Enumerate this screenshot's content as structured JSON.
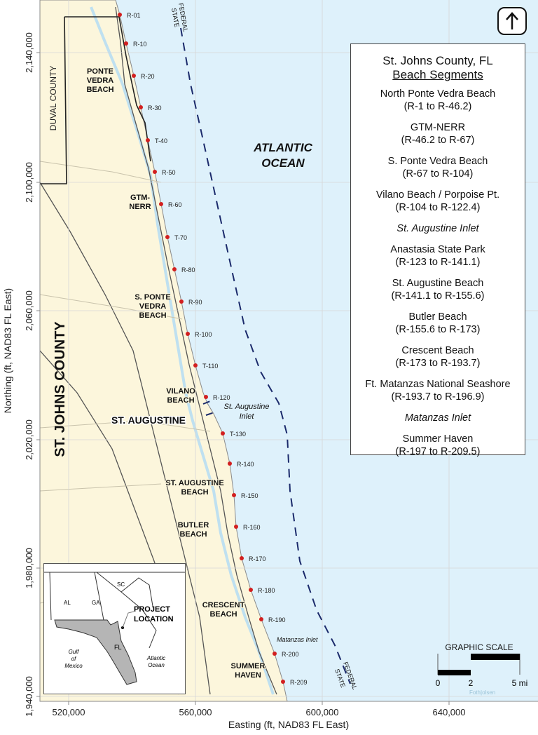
{
  "axes": {
    "xlabel": "Easting (ft, NAD83 FL East)",
    "ylabel": "Northing (ft, NAD83 FL East)",
    "xticks": [
      "520,000",
      "560,000",
      "600,000",
      "640,000"
    ],
    "yticks": [
      "2,140,000",
      "2,100,000",
      "2,060,000",
      "2,020,000",
      "1,980,000",
      "1,940,000"
    ]
  },
  "map_labels": {
    "county": "ST. JOHNS COUNTY",
    "duval": "DUVAL COUNTY",
    "ocean1": "ATLANTIC",
    "ocean2": "OCEAN",
    "federal": "FEDERAL",
    "state": "STATE",
    "st_augustine": "ST. AUGUSTINE",
    "inlet1": "St. Augustine",
    "inlet2": "Inlet",
    "matanzas": "Matanzas Inlet",
    "places": [
      [
        "PONTE",
        "VEDRA",
        "BEACH"
      ],
      [
        "GTM-",
        "NERR"
      ],
      [
        "S. PONTE",
        "VEDRA",
        "BEACH"
      ],
      [
        "VILANO",
        "BEACH"
      ],
      [
        "ST. AUGUSTINE",
        "BEACH"
      ],
      [
        "BUTLER",
        "BEACH"
      ],
      [
        "CRESCENT",
        "BEACH"
      ],
      [
        "SUMMER",
        "HAVEN"
      ]
    ],
    "credit": "Foth|olsen"
  },
  "monuments": [
    "R-01",
    "R-10",
    "R-20",
    "R-30",
    "T-40",
    "R-50",
    "R-60",
    "T-70",
    "R-80",
    "R-90",
    "R-100",
    "T-110",
    "R-120",
    "T-130",
    "R-140",
    "R-150",
    "R-160",
    "R-170",
    "R-180",
    "R-190",
    "R-200",
    "R-209"
  ],
  "legend": {
    "title": "St. Johns County, FL",
    "subtitle": "Beach Segments",
    "segments": [
      {
        "name": "North Ponte Vedra Beach",
        "range": "(R-1 to R-46.2)"
      },
      {
        "name": "GTM-NERR",
        "range": "(R-46.2 to R-67)"
      },
      {
        "name": "S. Ponte Vedra Beach",
        "range": "(R-67 to R-104)"
      },
      {
        "name": "Vilano Beach / Porpoise Pt.",
        "range": "(R-104 to R-122.4)"
      },
      {
        "name": "St. Augustine Inlet",
        "italic": true
      },
      {
        "name": "Anastasia State Park",
        "range": "(R-123 to R-141.1)"
      },
      {
        "name": "St. Augustine Beach",
        "range": "(R-141.1 to R-155.6)"
      },
      {
        "name": "Butler Beach",
        "range": "(R-155.6 to R-173)"
      },
      {
        "name": "Crescent Beach",
        "range": "(R-173 to R-193.7)"
      },
      {
        "name": "Ft. Matanzas National Seashore",
        "range": "(R-193.7 to R-196.9)"
      },
      {
        "name": "Matanzas Inlet",
        "italic": true
      },
      {
        "name": "Summer Haven",
        "range": "(R-197 to R-209.5)"
      }
    ]
  },
  "inset": {
    "states": [
      "AL",
      "GA",
      "SC",
      "FL"
    ],
    "gulf": [
      "Gulf",
      "of",
      "Mexico"
    ],
    "atlantic": [
      "Atlantic",
      "Ocean"
    ],
    "project": [
      "PROJECT",
      "LOCATION"
    ]
  },
  "scale": {
    "title": "GRAPHIC SCALE",
    "ticks": [
      "0",
      "2",
      "5 mi"
    ]
  },
  "compass": {
    "icon": "north-arrow-icon"
  },
  "colors": {
    "land": "#fcf6dc",
    "ocean": "#def1fb",
    "monument": "#d21f1f",
    "boundary": "#1b2a6b"
  }
}
